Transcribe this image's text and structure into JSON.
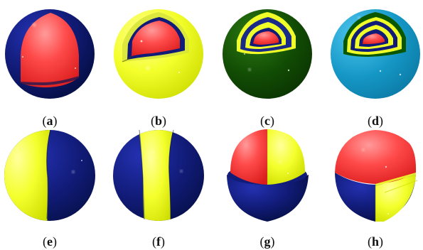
{
  "panels": [
    {
      "label": "a"
    },
    {
      "label": "b"
    },
    {
      "label": "c"
    },
    {
      "label": "d"
    },
    {
      "label": "e"
    },
    {
      "label": "f"
    },
    {
      "label": "g"
    },
    {
      "label": "h"
    }
  ],
  "colors": {
    "navy": "#101c78",
    "red": "#ff4f4f",
    "yellow": "#f3ff2f",
    "dark_green": "#124d05",
    "cyan": "#1297c5",
    "sparkle": "#ffffff"
  }
}
